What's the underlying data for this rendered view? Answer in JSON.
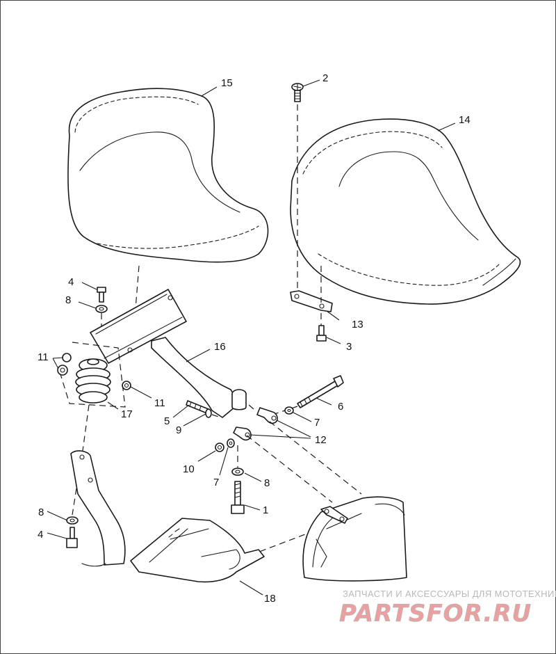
{
  "callouts": {
    "p1": "1",
    "p2": "2",
    "p3": "3",
    "p4a": "4",
    "p4b": "4",
    "p5": "5",
    "p6": "6",
    "p7a": "7",
    "p7b": "7",
    "p8a": "8",
    "p8b": "8",
    "p8c": "8",
    "p9": "9",
    "p10": "10",
    "p11a": "11",
    "p11b": "11",
    "p12": "12",
    "p13": "13",
    "p14": "14",
    "p15": "15",
    "p16": "16",
    "p17": "17",
    "p18": "18"
  },
  "watermark": {
    "tagline": "ЗАПЧАСТИ И АКСЕССУАРЫ ДЛЯ МОТОТЕХНИКИ",
    "logo": "PARTSFOR.RU",
    "color_dark": "#b8b8b8",
    "color_accent": "#e8a0a0"
  }
}
